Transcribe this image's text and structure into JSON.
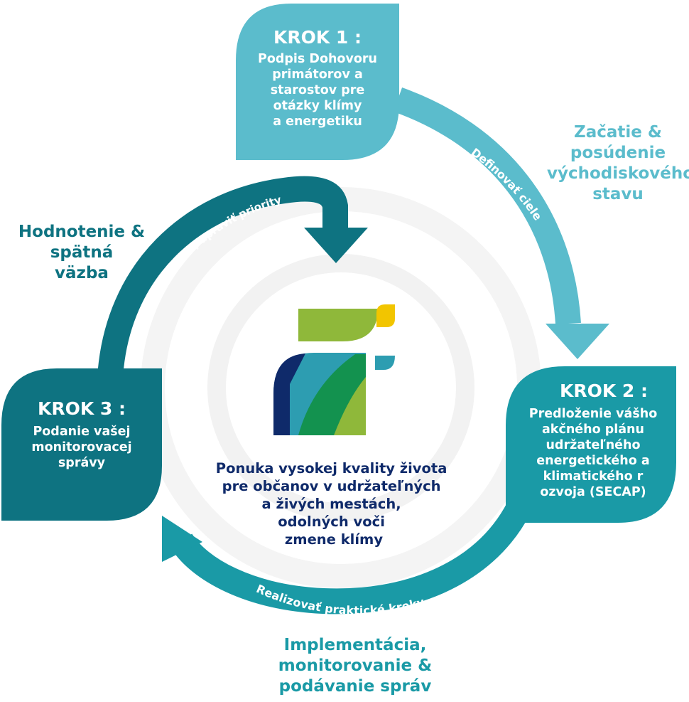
{
  "colors": {
    "step1": "#5bbccc",
    "step2": "#1a9aa6",
    "step3": "#0e7381",
    "center_text": "#0f2a6a",
    "ring": "#f2f2f2"
  },
  "step1": {
    "title": "KROK 1 :",
    "lines": [
      "Podpis Dohovoru",
      "primátorov a",
      "starostov pre",
      "otázky klímy",
      "a energetiku"
    ]
  },
  "step2": {
    "title": "KROK 2 :",
    "lines": [
      "Predloženie vášho",
      "akčného plánu",
      "udržateľného",
      "energetického a",
      "klimatického r",
      "ozvoja (SECAP)"
    ]
  },
  "step3": {
    "title": "KROK 3 :",
    "lines": [
      "Podanie vašej",
      "monitorovacej",
      "správy"
    ]
  },
  "arrows": {
    "define_goals": "Definovať ciele",
    "implement": "Realizovať praktické kroky",
    "evaluate": "Zhodnotiť pokrok, upraviť priority"
  },
  "phases": {
    "start": [
      "Začatie &",
      "posúdenie",
      "východiskového",
      "stavu"
    ],
    "implementation": [
      "Implementácia,",
      "monitorovanie &",
      "podávanie správ"
    ],
    "evaluation": [
      "Hodnotenie &",
      "spätná",
      "väzba"
    ]
  },
  "center": {
    "lines": [
      "Ponuka vysokej kvality života",
      "pre občanov v udržateľných",
      "a živých mestách,",
      "odolných voči",
      "zmene klímy"
    ]
  },
  "logo_icon": "covenant-of-mayors-leaf-logo"
}
